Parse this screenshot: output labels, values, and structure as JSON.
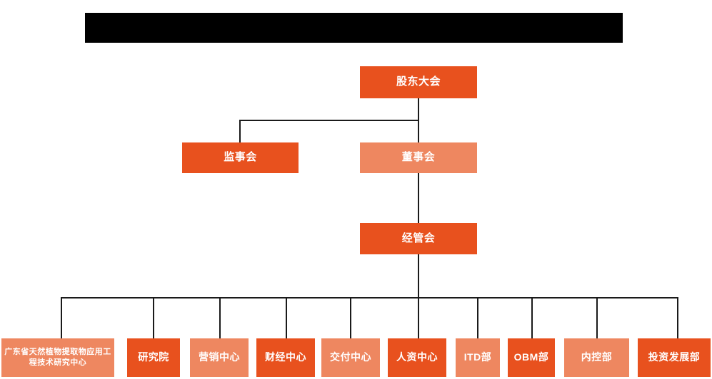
{
  "banner": {
    "text": "",
    "color": "#000000",
    "note": "redacted"
  },
  "theme": {
    "background": "#ffffff",
    "accent_dark": "#e8511e",
    "accent_light": "#ee8760",
    "line_color": "#1a1a1a",
    "text_color": "#ffffff"
  },
  "chart_data": {
    "type": "diagram",
    "title": "",
    "orientation": "top-down",
    "nodes": [
      {
        "id": "n1",
        "label": "股东大会",
        "level": 1,
        "shade": "dark"
      },
      {
        "id": "n2",
        "label": "监事会",
        "level": 2,
        "shade": "dark"
      },
      {
        "id": "n3",
        "label": "董事会",
        "level": 2,
        "shade": "light"
      },
      {
        "id": "n4",
        "label": "经管会",
        "level": 3,
        "shade": "dark"
      },
      {
        "id": "n5",
        "label": "广东省天然植物提取物应用工程技术研究中心",
        "level": 4,
        "shade": "light"
      },
      {
        "id": "n6",
        "label": "研究院",
        "level": 4,
        "shade": "dark"
      },
      {
        "id": "n7",
        "label": "营销中心",
        "level": 4,
        "shade": "light"
      },
      {
        "id": "n8",
        "label": "财经中心",
        "level": 4,
        "shade": "dark"
      },
      {
        "id": "n9",
        "label": "交付中心",
        "level": 4,
        "shade": "light"
      },
      {
        "id": "n10",
        "label": "人资中心",
        "level": 4,
        "shade": "dark"
      },
      {
        "id": "n11",
        "label": "ITD部",
        "level": 4,
        "shade": "light"
      },
      {
        "id": "n12",
        "label": "OBM部",
        "level": 4,
        "shade": "dark"
      },
      {
        "id": "n13",
        "label": "内控部",
        "level": 4,
        "shade": "light"
      },
      {
        "id": "n14",
        "label": "投资发展部",
        "level": 4,
        "shade": "dark"
      }
    ],
    "edges": [
      {
        "from": "n1",
        "to": "n2"
      },
      {
        "from": "n1",
        "to": "n3"
      },
      {
        "from": "n3",
        "to": "n4"
      },
      {
        "from": "n4",
        "to": "n5"
      },
      {
        "from": "n4",
        "to": "n6"
      },
      {
        "from": "n4",
        "to": "n7"
      },
      {
        "from": "n4",
        "to": "n8"
      },
      {
        "from": "n4",
        "to": "n9"
      },
      {
        "from": "n4",
        "to": "n10"
      },
      {
        "from": "n4",
        "to": "n11"
      },
      {
        "from": "n4",
        "to": "n12"
      },
      {
        "from": "n4",
        "to": "n13"
      },
      {
        "from": "n4",
        "to": "n14"
      }
    ]
  }
}
